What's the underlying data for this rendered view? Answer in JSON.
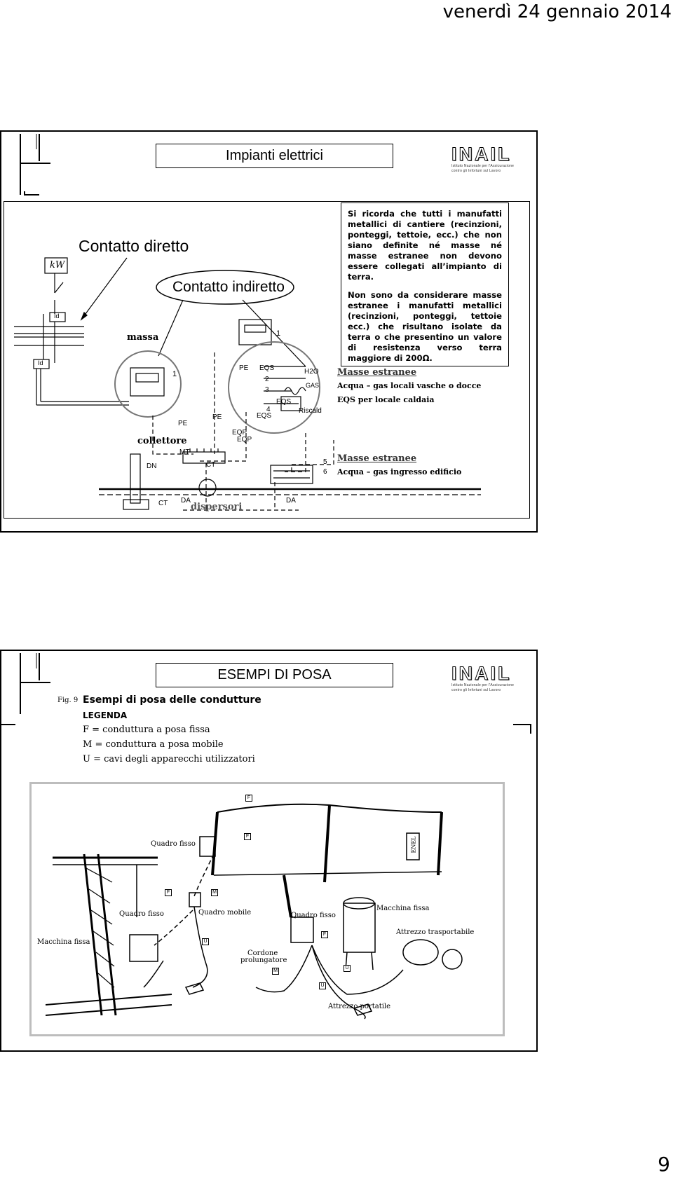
{
  "header": {
    "date": "venerdì 24 gennaio 2014"
  },
  "footer": {
    "page_number": "9"
  },
  "logo": {
    "letters": "INAIL",
    "subtitle_1": "Istituto Nazionale per l'Assicurazione",
    "subtitle_2": "contro gli Infortuni sul Lavoro"
  },
  "slide1": {
    "title": "Impianti elettrici",
    "paragraph_1": "Si ricorda che tutti i manufatti metallici di cantiere (recinzioni, ponteggi, tettoie, ecc.) che non siano definite né masse né masse estranee non devono essere collegati all’impianto di terra.",
    "paragraph_2": "Non sono da considerare masse estranee i manufatti metallici (recinzioni, ponteggi, tettoie ecc.) che risultano isolate da terra o che presentino un valore di resistenza verso terra maggiore di 200Ω.",
    "diagram": {
      "contatto_diretto": "Contatto diretto",
      "contatto_indiretto": "Contatto indiretto",
      "kw": "kW",
      "id_1": "Id",
      "id_2": "Id",
      "massa": "massa",
      "collettore": "collettore",
      "dispersori": "dispersori",
      "num_1a": "1",
      "num_1b": "1",
      "pe_1": "PE",
      "pe_2": "PE",
      "pe_3": "PE",
      "eqs_1": "EQS",
      "eqs_2": "EQS",
      "eqs_3": "EQS",
      "eqp_1": "EQP",
      "eqp_2": "EQP",
      "n2": "2",
      "n3": "3",
      "n4": "4",
      "n5": "5",
      "n6": "6",
      "h2o": "H2O",
      "gas": "GAS",
      "riscald": "Riscald",
      "mt": "MT",
      "ct_1": "CT",
      "ct_2": "CT",
      "dn": "DN",
      "da_1": "DA",
      "da_2": "DA",
      "masse_estranee_1": "Masse estranee",
      "masse_1_line_1": "Acqua – gas locali vasche o docce",
      "masse_1_line_2": "EQS per locale caldaia",
      "masse_estranee_2": "Masse estranee",
      "masse_2_line_1": "Acqua – gas ingresso edificio"
    }
  },
  "slide2": {
    "title": "ESEMPI DI POSA",
    "fig_label": "Fig. 9",
    "fig_title": "Esempi di posa delle condutture",
    "legend_title": "LEGENDA",
    "legend": [
      "F = conduttura a posa fissa",
      "M = conduttura a posa mobile",
      "U = cavi degli apparecchi utilizzatori"
    ],
    "photo": {
      "quadro_fisso_1": "Quadro fisso",
      "quadro_fisso_2": "Quadro fisso",
      "quadro_fisso_3": "Quadro fisso",
      "quadro_mobile": "Quadro mobile",
      "macchina_fissa_1": "Macchina fissa",
      "macchina_fissa_2": "Macchina fissa",
      "attrezzo_trasportabile": "Attrezzo trasportabile",
      "cordone_1": "Cordone",
      "cordone_2": "prolungatore",
      "attrezzo_portatile": "Attrezzo portatile",
      "enel": "ENEL",
      "tag_f": "F",
      "tag_m": "M",
      "tag_u": "U"
    }
  }
}
